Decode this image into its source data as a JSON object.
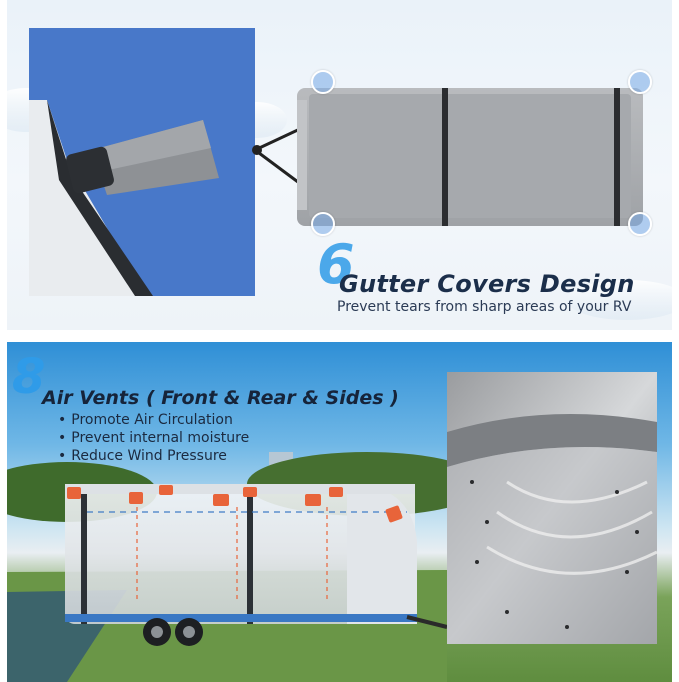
{
  "top_feature": {
    "number": "6",
    "title": "Gutter Covers Design",
    "subtitle": "Prevent tears from sharp areas of your RV"
  },
  "bottom_feature": {
    "number": "8",
    "title": "Air Vents ( Front & Rear & Sides )",
    "bullets": [
      "Promote Air Circulation",
      "Prevent internal moisture",
      "Reduce Wind Pressure"
    ]
  },
  "colors": {
    "accent_blue": "#2f9be8",
    "title_navy": "#1b2e4a",
    "vent_orange": "#e8643a",
    "cover_gray": "#a9abae"
  }
}
